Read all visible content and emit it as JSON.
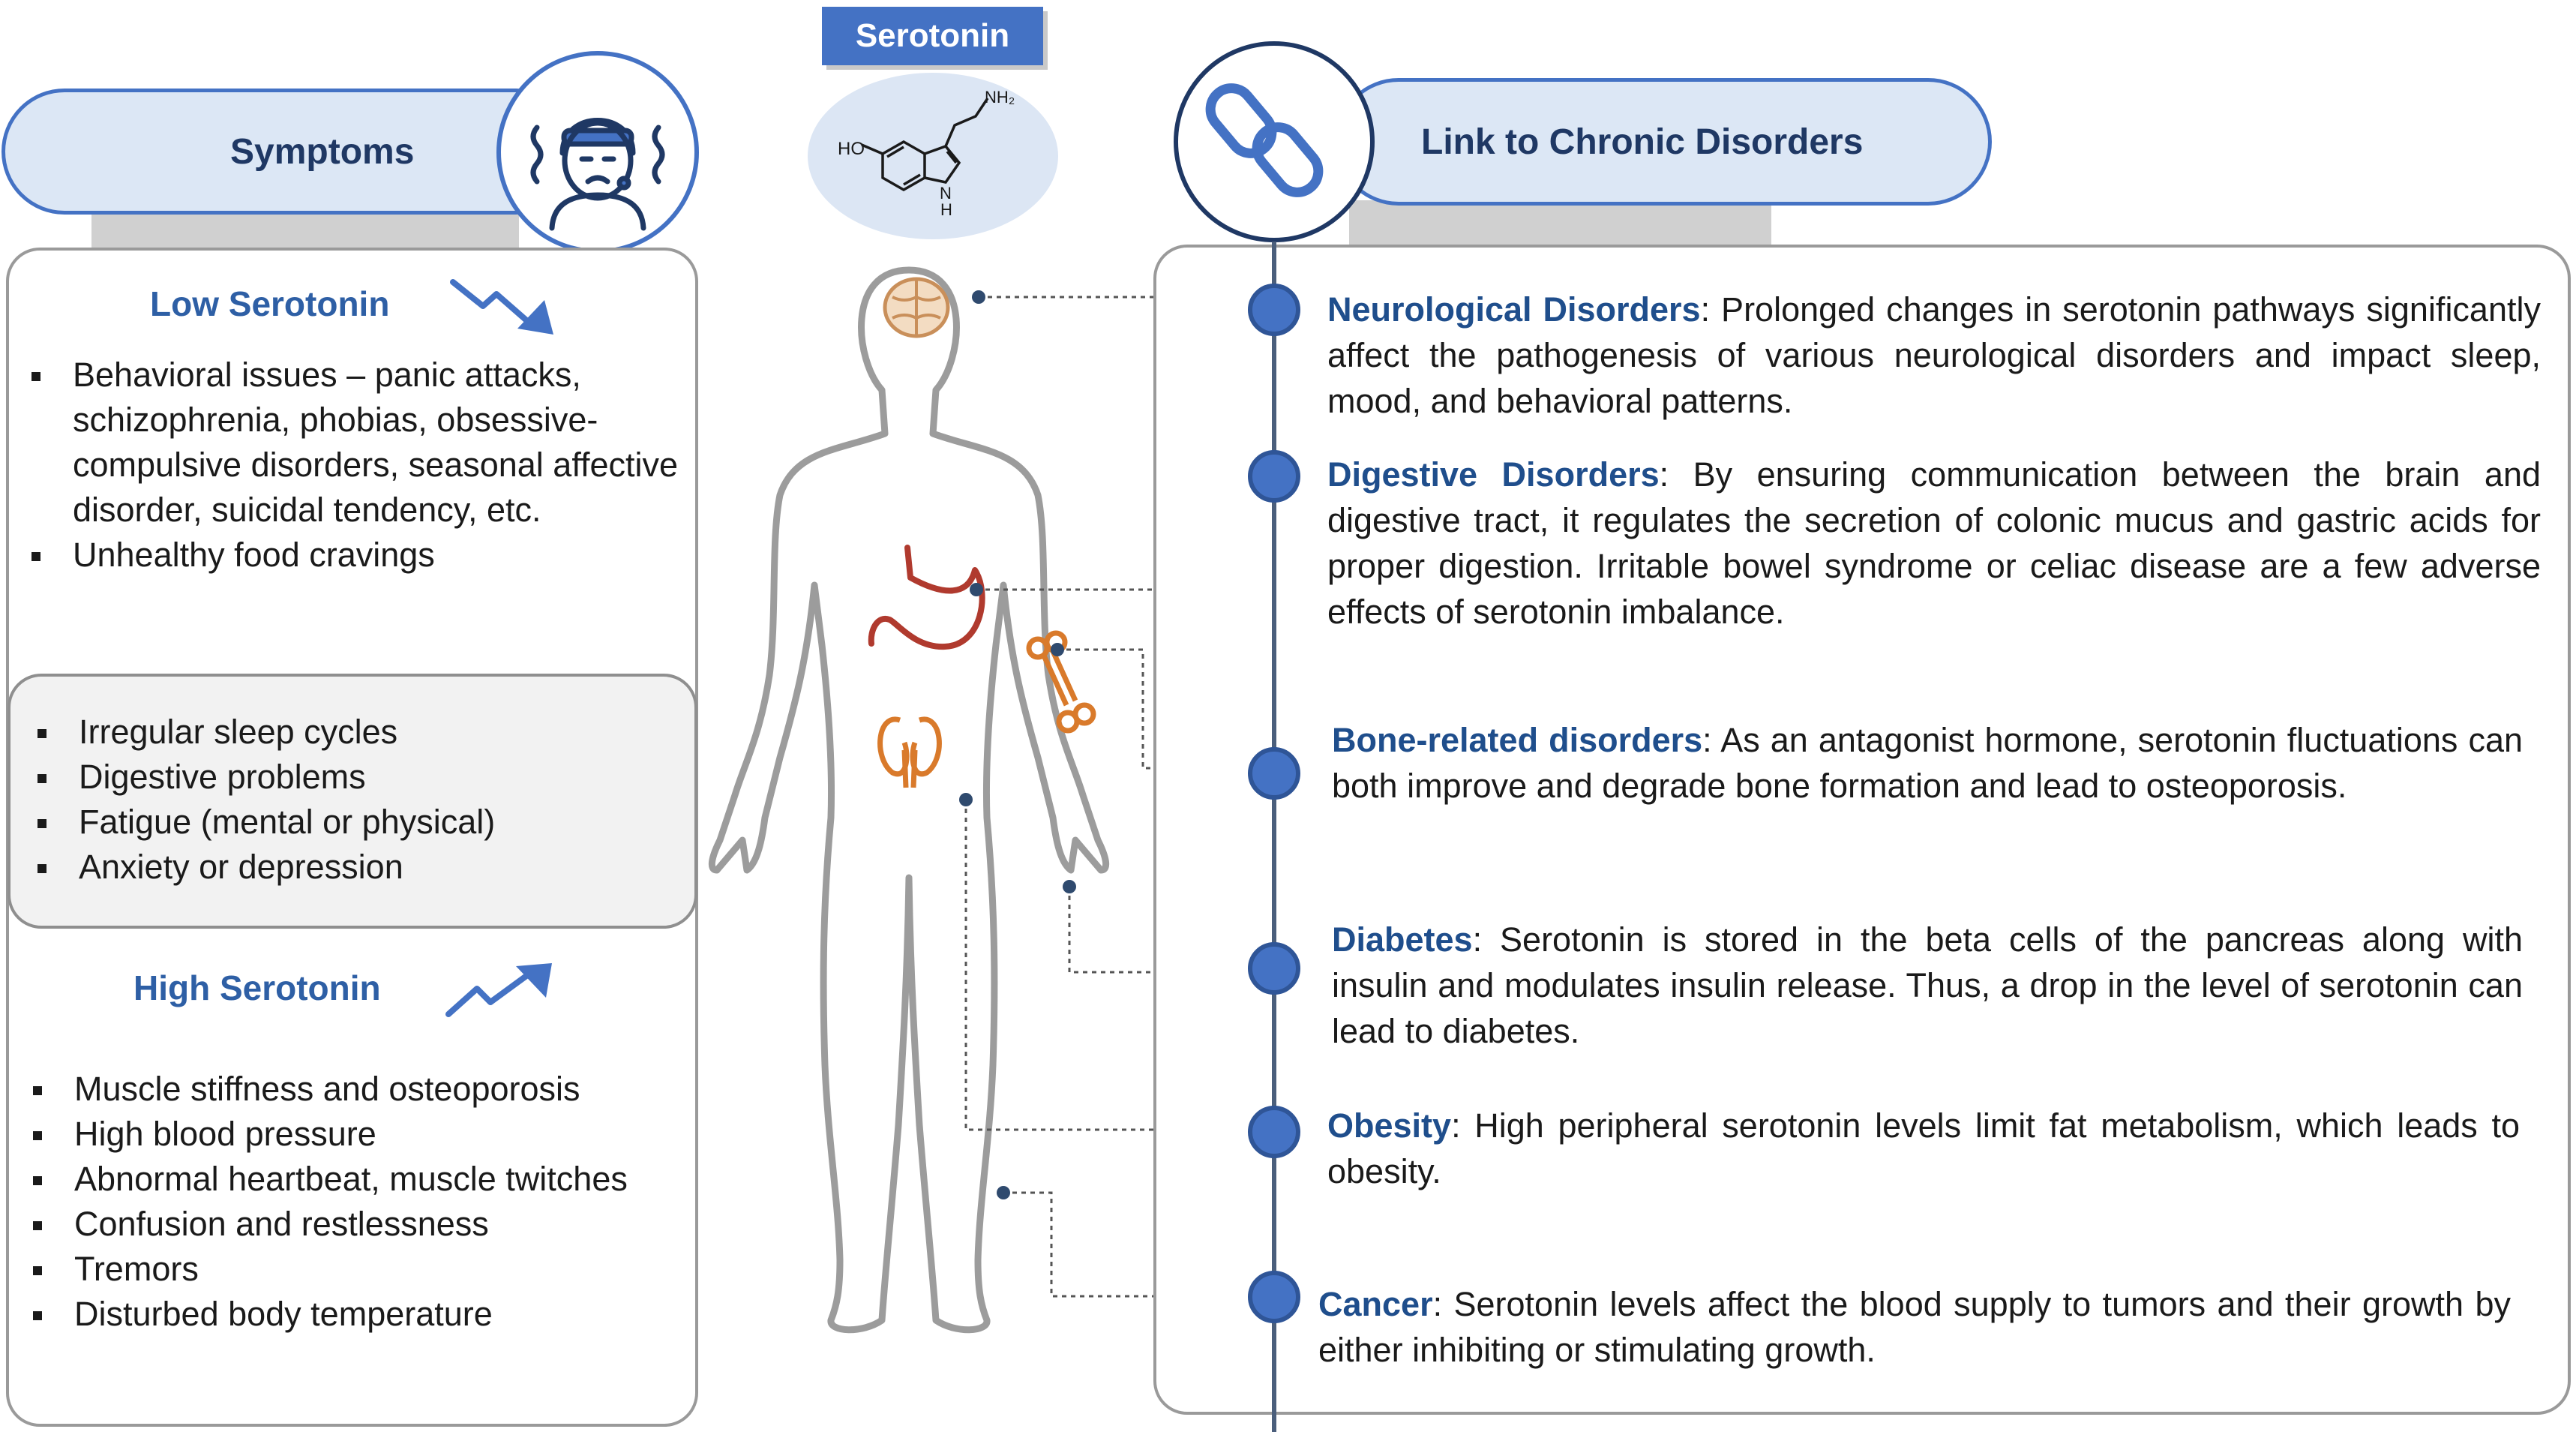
{
  "serotonin_label": "Serotonin",
  "molecule": {
    "ho": "HO",
    "nh2": "NH₂",
    "nh": "N",
    "h": "H"
  },
  "symptoms": {
    "title": "Symptoms",
    "low": {
      "heading": "Low Serotonin",
      "items": [
        "Behavioral issues – panic attacks, schizophrenia, phobias, obsessive-compulsive disorders, seasonal affective disorder, suicidal tendency, etc.",
        "Unhealthy food cravings"
      ]
    },
    "common": {
      "items": [
        "Irregular sleep cycles",
        "Digestive problems",
        "Fatigue (mental or physical)",
        "Anxiety or depression"
      ]
    },
    "high": {
      "heading": "High Serotonin",
      "items": [
        "Muscle stiffness and osteoporosis",
        "High blood pressure",
        "Abnormal heartbeat, muscle twitches",
        "Confusion and restlessness",
        "Tremors",
        "Disturbed body temperature"
      ]
    }
  },
  "chronic": {
    "title": "Link to Chronic Disorders",
    "items": [
      {
        "name": "Neurological Disorders",
        "text": ": Prolonged changes in serotonin pathways significantly affect the pathogenesis of various neurological disorders and impact sleep, mood, and behavioral patterns."
      },
      {
        "name": "Digestive Disorders",
        "text": ": By ensuring communication between the brain and digestive tract, it regulates the secretion of colonic mucus and gastric acids for proper digestion. Irritable bowel syndrome or celiac disease are a few adverse effects of serotonin imbalance."
      },
      {
        "name": "Bone-related disorders",
        "text": ": As an antagonist hormone, serotonin fluctuations can both improve and degrade bone formation and lead to osteoporosis."
      },
      {
        "name": "Diabetes",
        "text": ": Serotonin is stored in the beta cells of the pancreas along with insulin and modulates insulin release. Thus, a drop in the level of serotonin can lead to diabetes."
      },
      {
        "name": "Obesity",
        "text": ": High peripheral serotonin levels limit fat metabolism, which leads to obesity."
      },
      {
        "name": "Cancer",
        "text": ": Serotonin levels affect the blood supply to tumors and their growth by either inhibiting or stimulating growth."
      }
    ]
  },
  "icons": {
    "symptom": "sick-person-icon",
    "link": "chain-link-icon",
    "trend_down": "trend-down-arrow-icon",
    "trend_up": "trend-up-arrow-icon",
    "brain": "brain-icon",
    "stomach": "stomach-icon",
    "bone": "bone-icon",
    "kidney": "kidneys-icon"
  },
  "colors": {
    "accent": "#4472c4",
    "heading": "#2e5fa5",
    "dark_blue": "#1f3864",
    "organ_red": "#b03a2e",
    "organ_orange": "#d97a2b"
  }
}
